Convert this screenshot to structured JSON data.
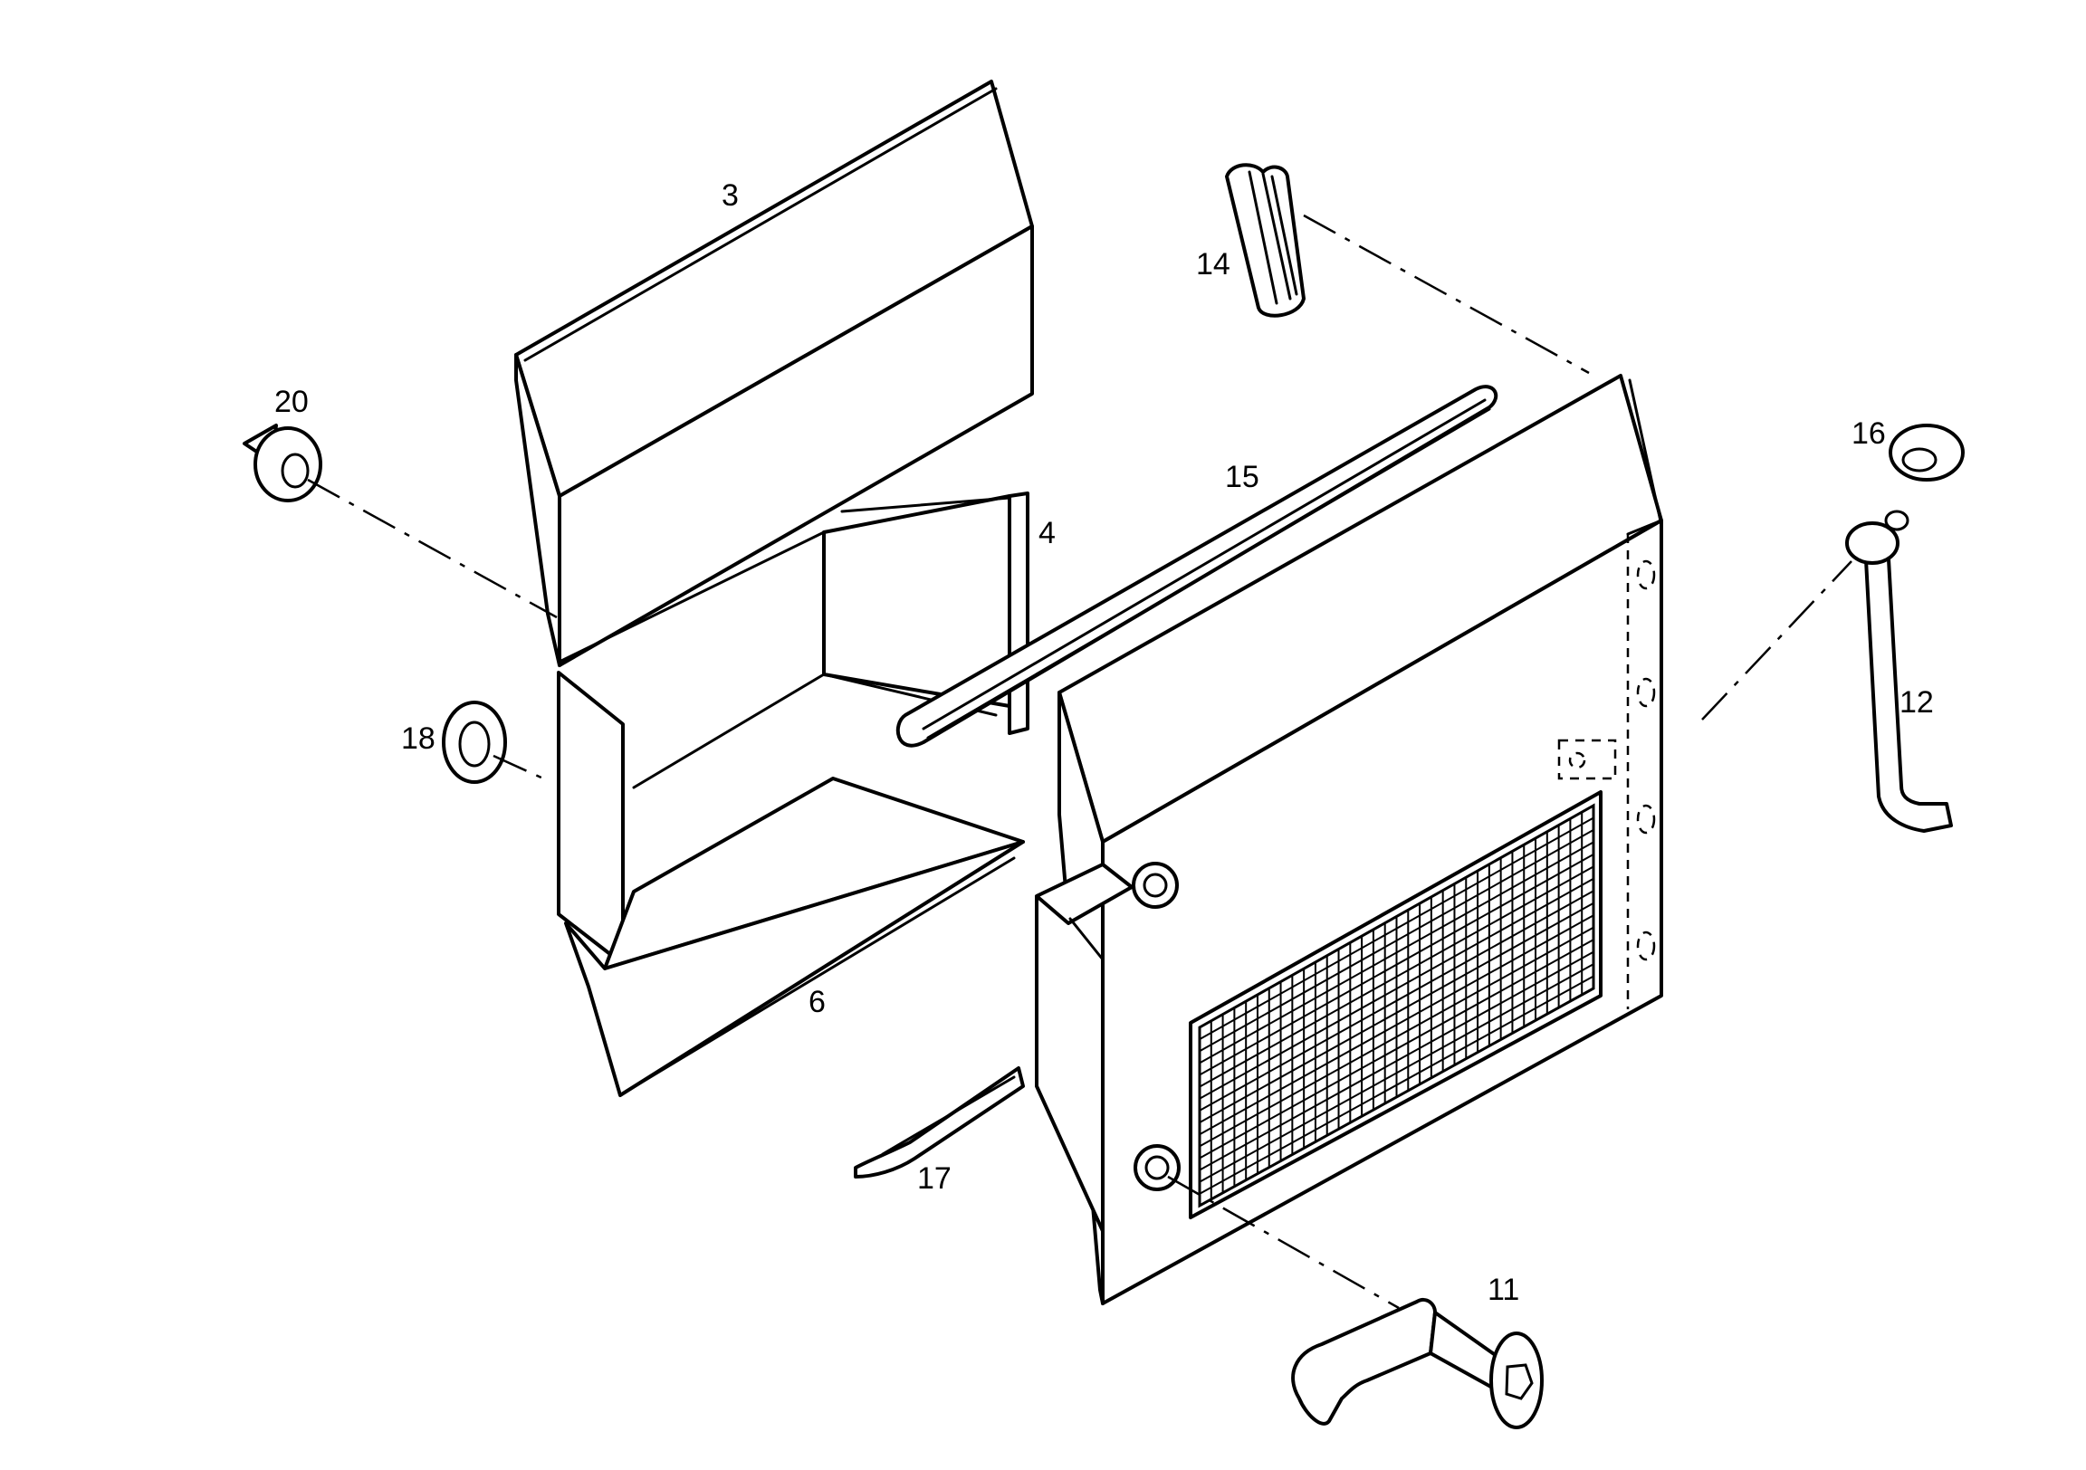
{
  "callouts": {
    "c3": "3",
    "c4": "4",
    "c6": "6",
    "c11": "11",
    "c12": "12",
    "c14": "14",
    "c15": "15",
    "c16": "16",
    "c17": "17",
    "c18": "18",
    "c20": "20"
  },
  "colors": {
    "line": "#000000",
    "background": "#ffffff"
  }
}
